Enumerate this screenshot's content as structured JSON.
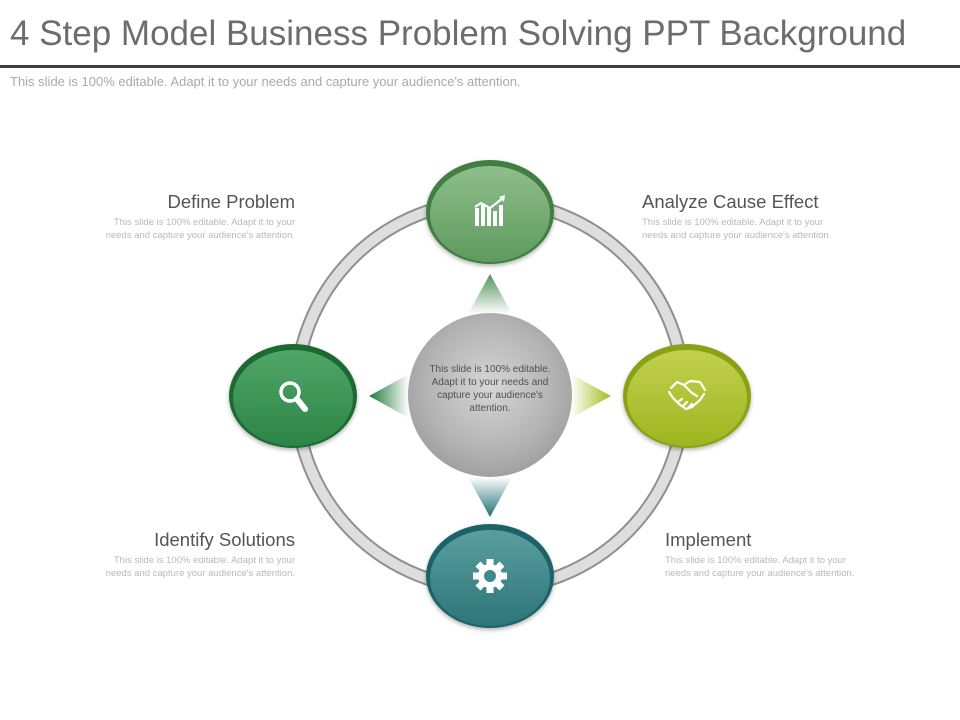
{
  "title": "4 Step Model Business Problem Solving PPT Background",
  "subtitle": "This slide is 100% editable. Adapt it to your needs and capture your audience's attention.",
  "center": {
    "text": "This slide is 100% editable. Adapt it to your needs and capture your audience's attention."
  },
  "steps": [
    {
      "heading": "Define Problem",
      "body": "This slide is 100% editable. Adapt it to your needs and capture your audience's attention.",
      "icon": "magnifier-search-icon",
      "color": "#2e8b47"
    },
    {
      "heading": "Analyze  Cause Effect",
      "body": "This slide is 100% editable. Adapt it to your needs and capture your audience's attention.",
      "icon": "bar-chart-growth-icon",
      "color": "#6fa56a"
    },
    {
      "heading": "Implement",
      "body": "This slide is 100% editable. Adapt it to your needs and capture your audience's attention.",
      "icon": "handshake-icon",
      "color": "#a8bf2a"
    },
    {
      "heading": "Identify Solutions",
      "body": "This slide is 100% editable. Adapt it to your needs and capture your audience's attention.",
      "icon": "gear-icon",
      "color": "#2f7f82"
    }
  ],
  "colors": {
    "title_text": "#6d6d6d",
    "rule": "#3e3e3e",
    "ring": "#cfcfcf",
    "center_circle": "#b5b5b5"
  }
}
